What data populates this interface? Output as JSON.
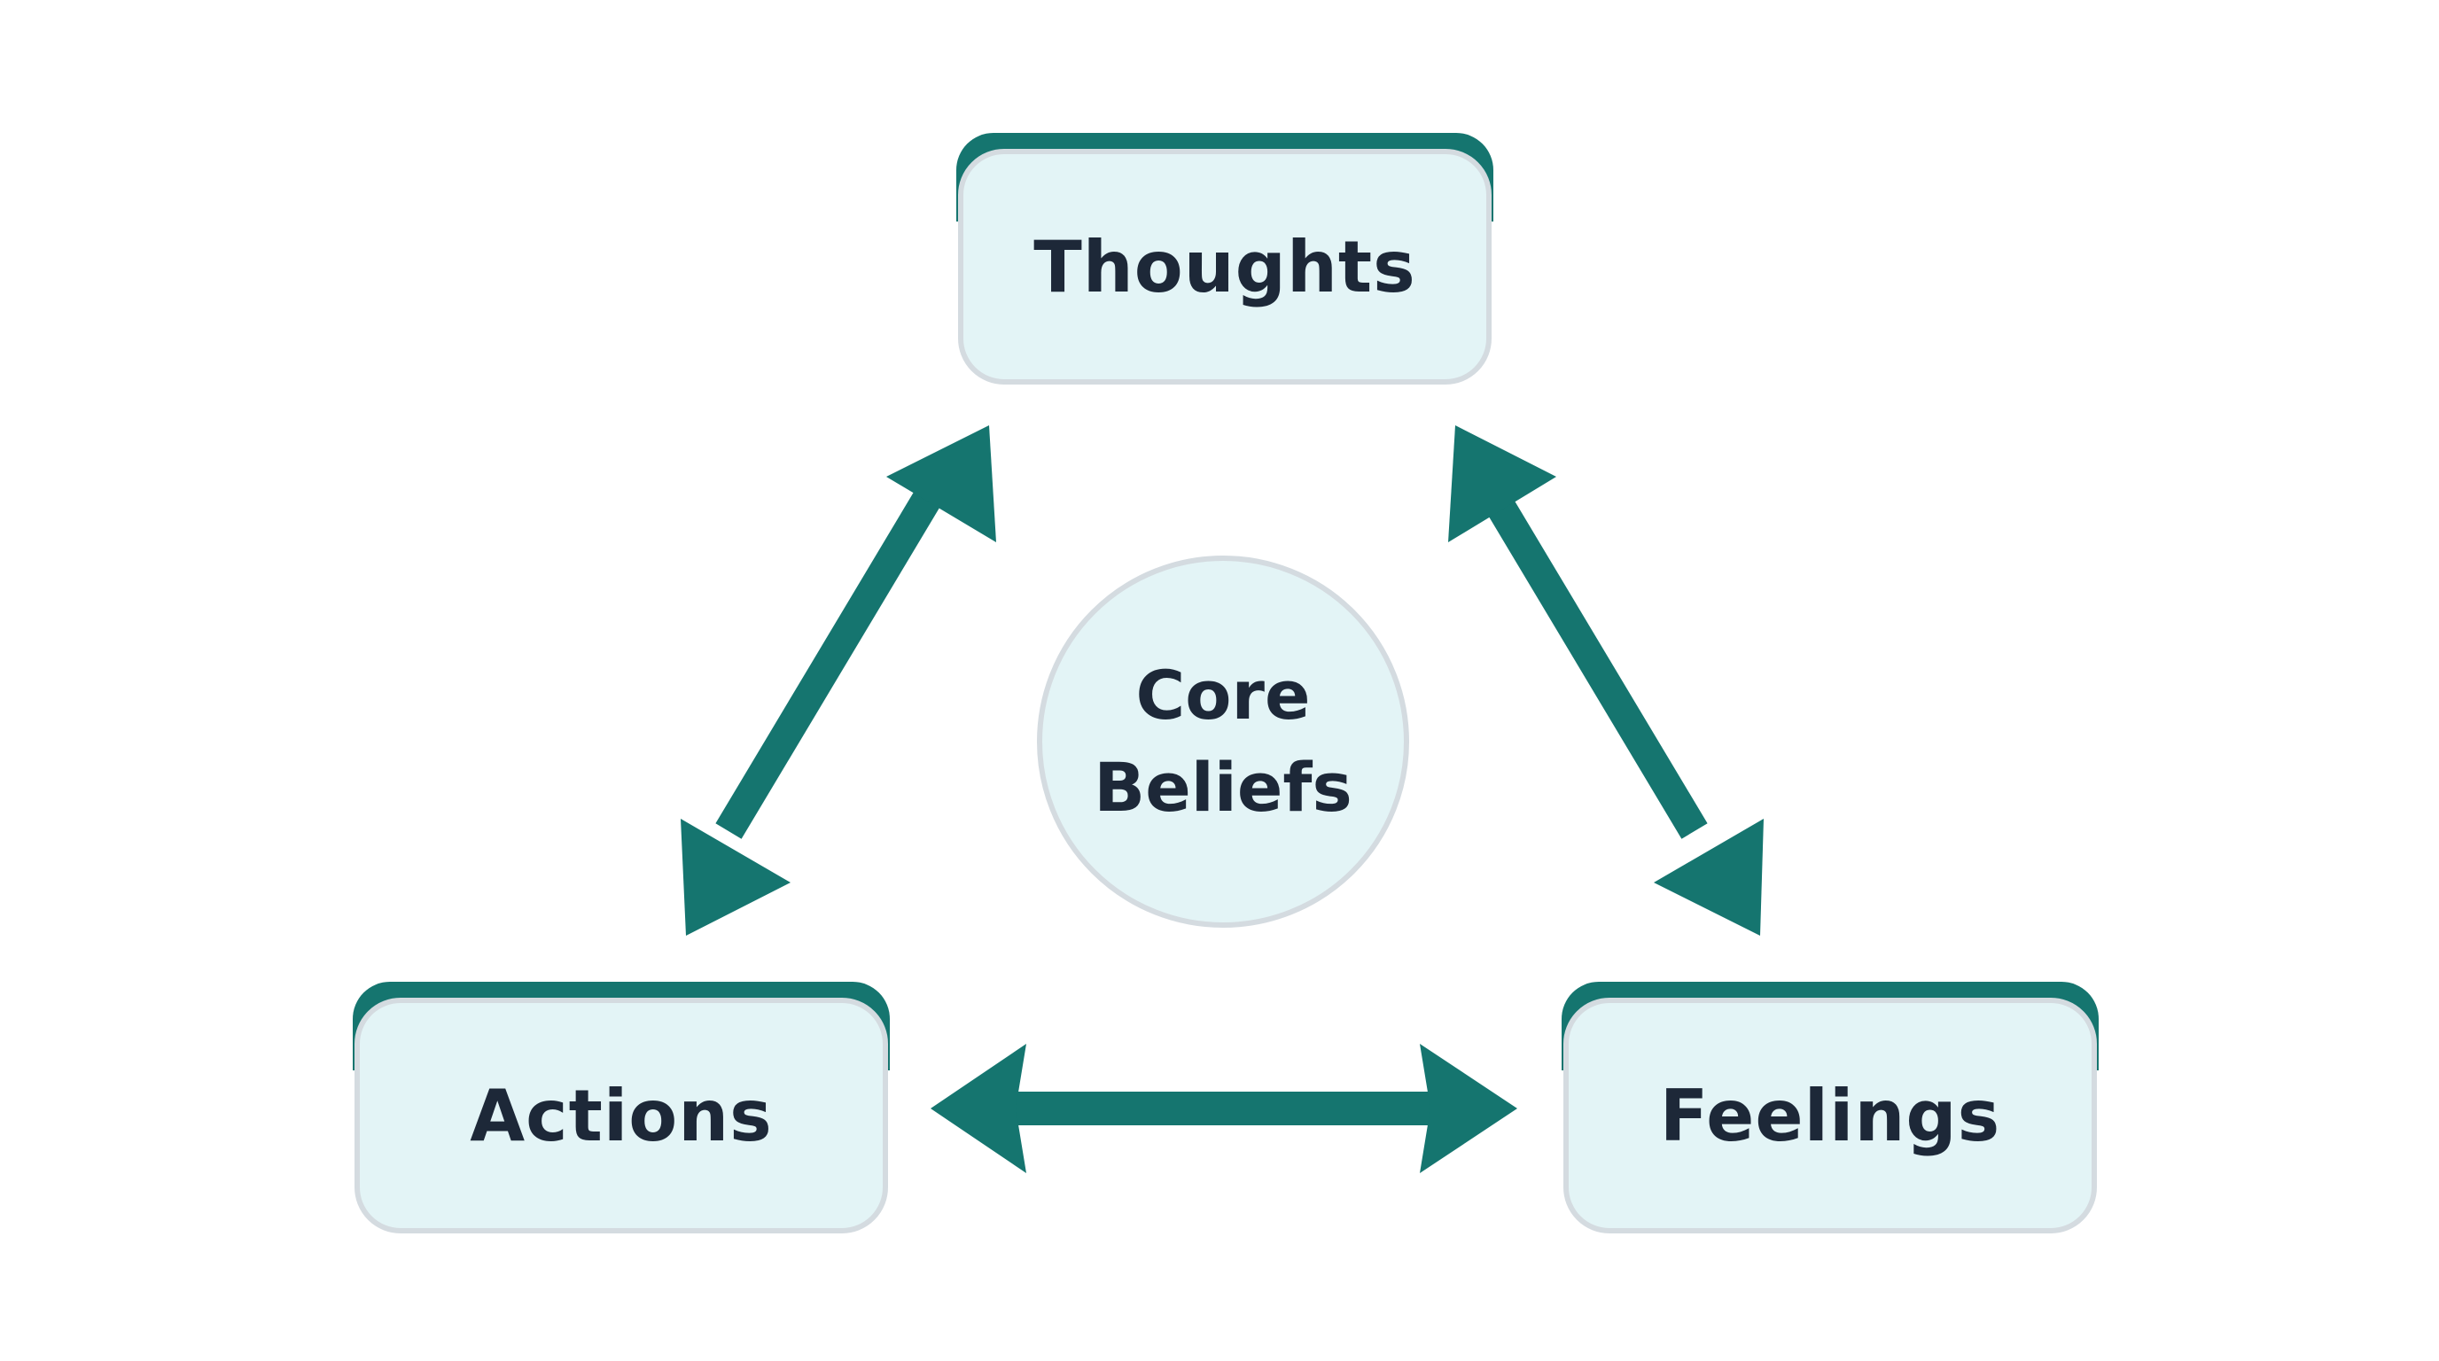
{
  "diagram": {
    "nodes": {
      "thoughts": {
        "label": "Thoughts"
      },
      "actions": {
        "label": "Actions"
      },
      "feelings": {
        "label": "Feelings"
      }
    },
    "core": {
      "line1": "Core",
      "line2": "Beliefs"
    },
    "edges": [
      {
        "from": "thoughts",
        "to": "actions",
        "direction": "both"
      },
      {
        "from": "thoughts",
        "to": "feelings",
        "direction": "both"
      },
      {
        "from": "actions",
        "to": "feelings",
        "direction": "both"
      }
    ]
  },
  "colors": {
    "accent": "#15756f",
    "box_fill": "#e3f4f6",
    "box_border": "#d4dbe0",
    "text": "#1d2838",
    "background": "#ffffff"
  }
}
